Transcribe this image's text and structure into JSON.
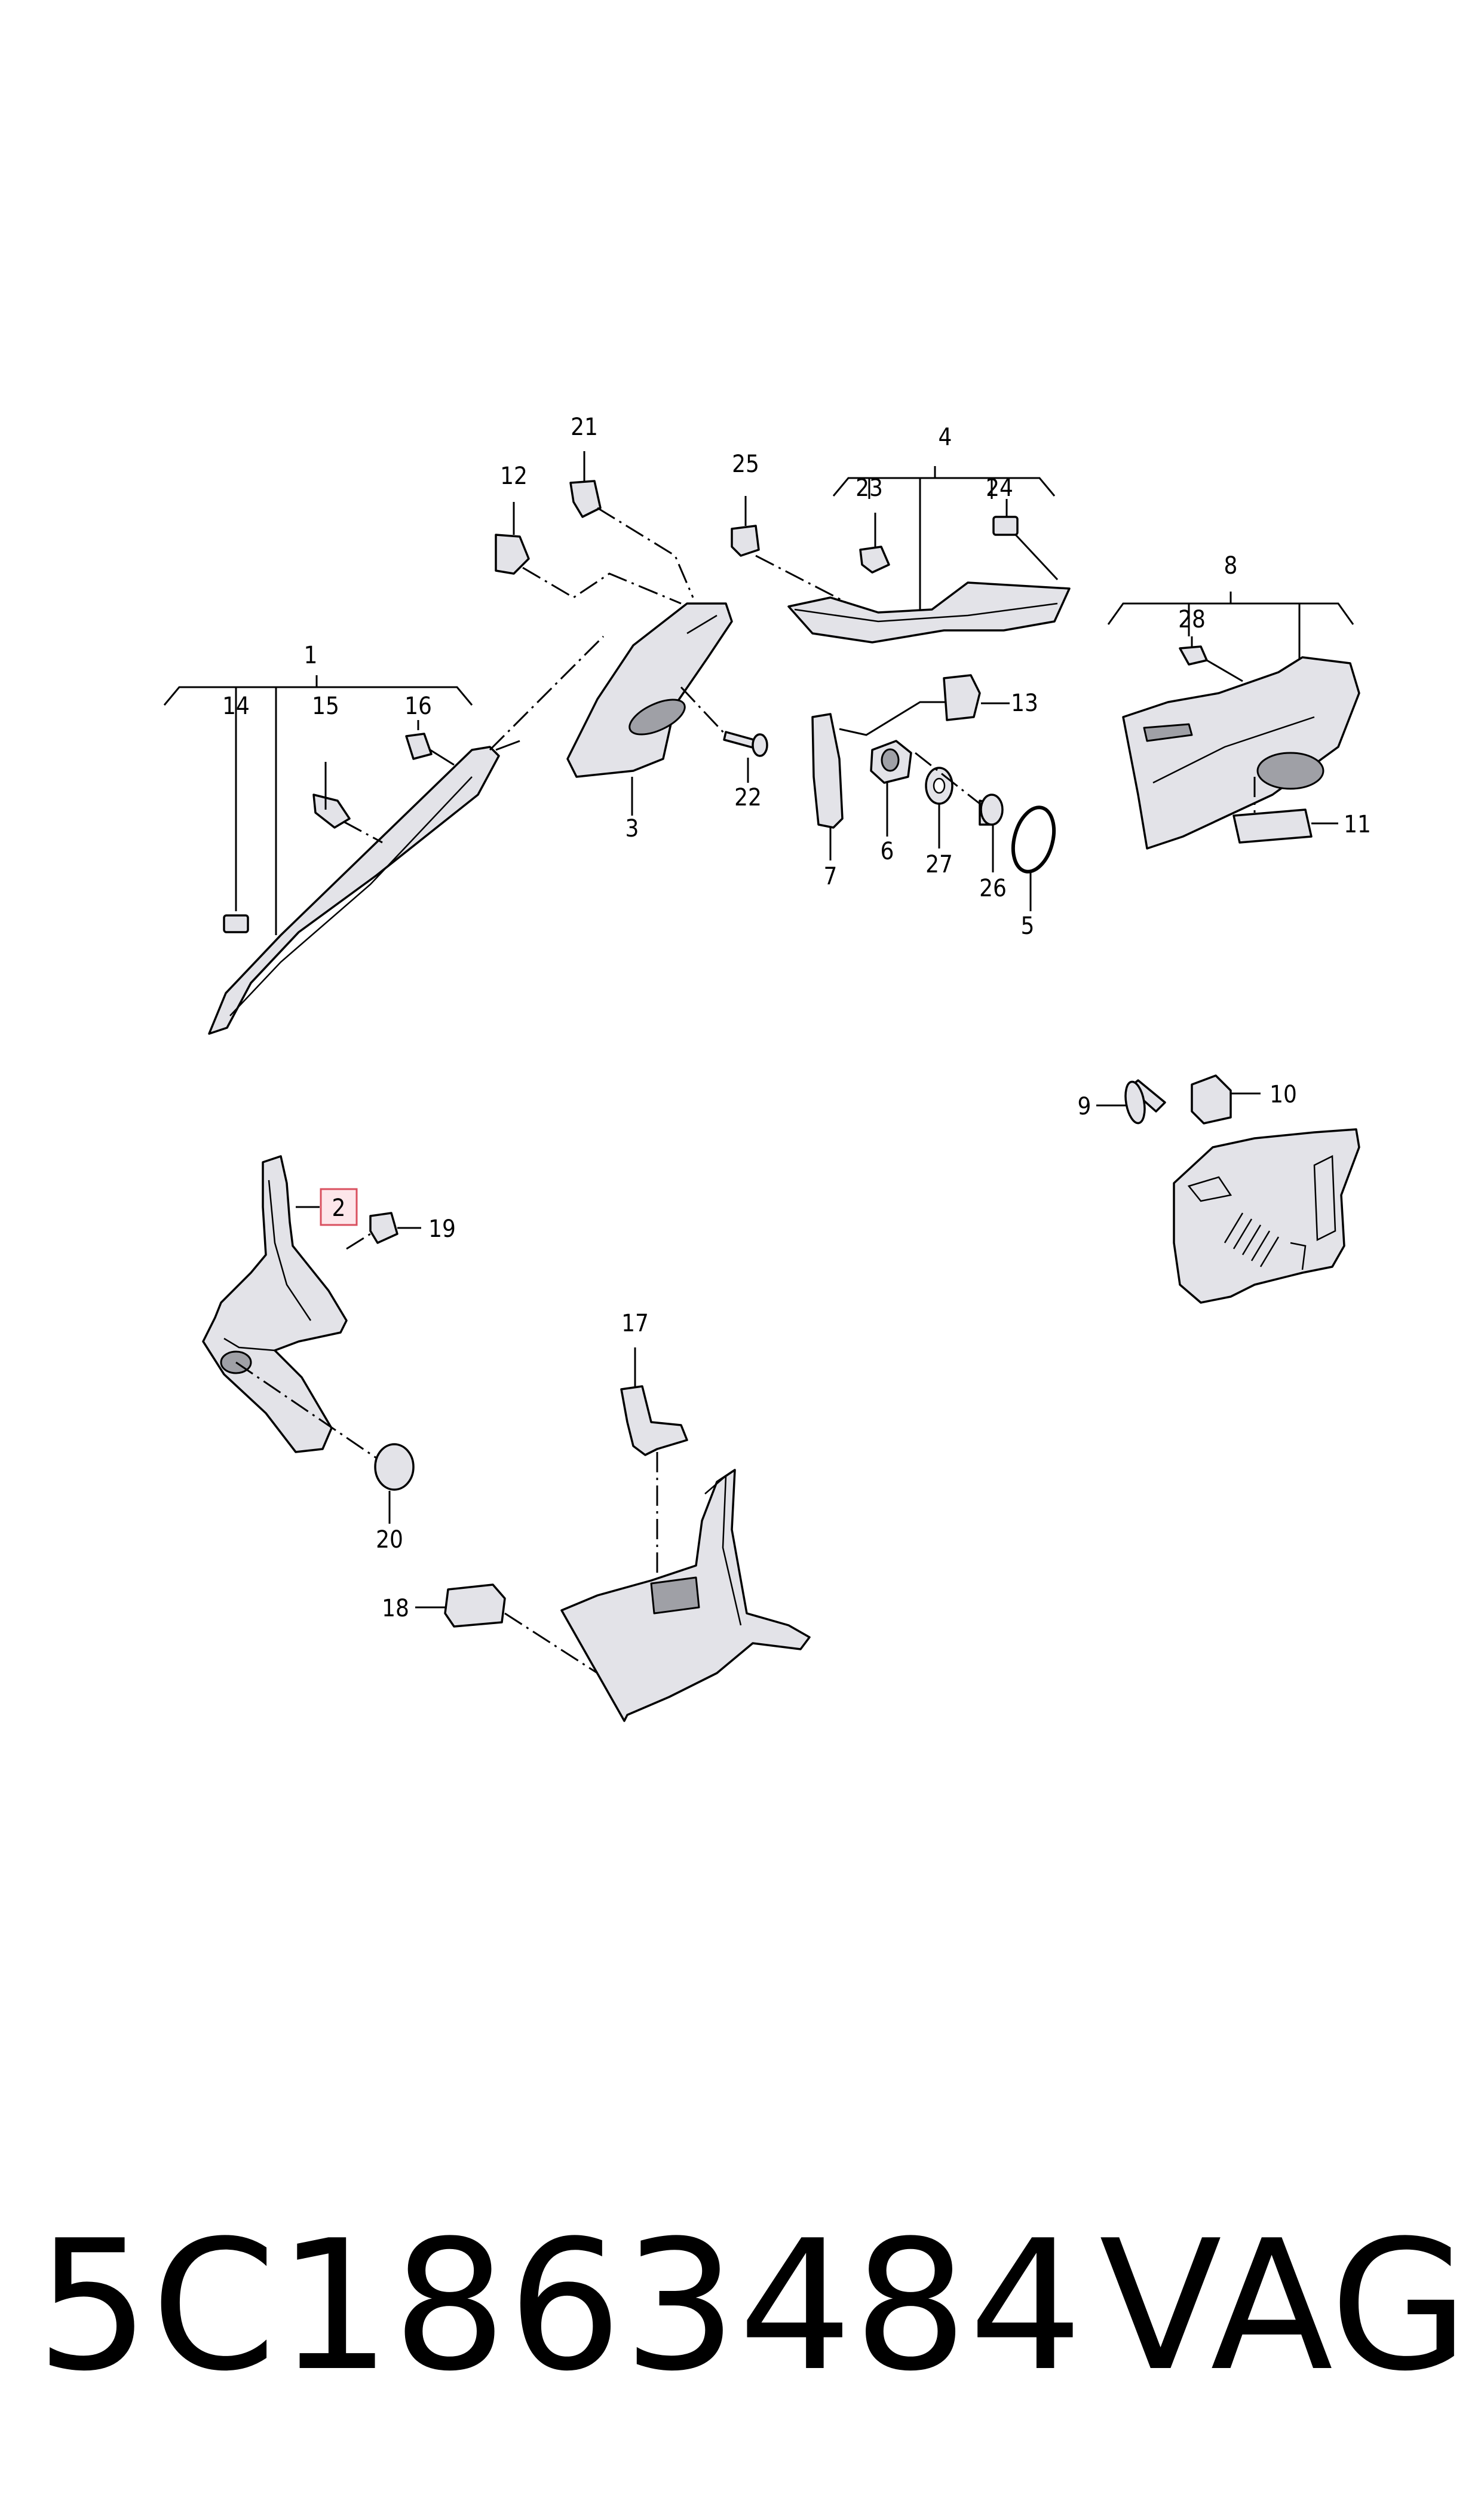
{
  "callouts": {
    "c1": "1",
    "c2": "2",
    "c3": "3",
    "c4": "4",
    "c5": "5",
    "c6": "6",
    "c7": "7",
    "c8": "8",
    "c9": "9",
    "c10": "10",
    "c11": "11",
    "c12": "12",
    "c13": "13",
    "c14": "14",
    "c15": "15",
    "c16": "16",
    "c17": "17",
    "c18": "18",
    "c19": "19",
    "c20": "20",
    "c21": "21",
    "c22": "22",
    "c23": "23",
    "c24": "24",
    "c25": "25",
    "c26": "26",
    "c27": "27",
    "c28": "28"
  },
  "highlighted_callout": "2",
  "footer": {
    "part_number": "5C1863484",
    "brand": "VAG"
  },
  "colors": {
    "highlight_fill": "#fde6ea",
    "highlight_stroke": "#d9505f",
    "part_fill": "#e3e3e8"
  }
}
